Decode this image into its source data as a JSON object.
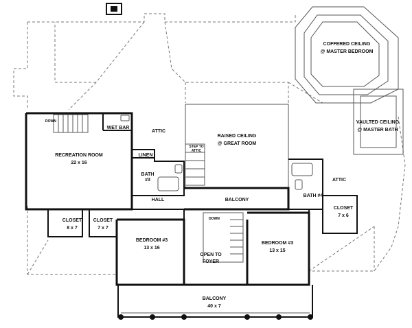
{
  "rooms": {
    "coffered": [
      "COFFERED CEILING",
      "@ MASTER BEDROOM"
    ],
    "vaulted": [
      "VAULTED CEILING",
      "@ MASTER BATH"
    ],
    "raised": [
      "RAISED CEILING",
      "@ GREAT ROOM"
    ],
    "recreation": [
      "RECREATION ROOM",
      "22 x 16"
    ],
    "wet_bar": "WET BAR",
    "attic_left": "ATTIC",
    "attic_right": "ATTIC",
    "step_to_attic": [
      "STEP TO",
      "ATTIC"
    ],
    "linen": "LINEN",
    "bath3": [
      "BATH",
      "#3"
    ],
    "hall": "HALL",
    "balcony_inner": "BALCONY",
    "bath4": "BATH #4",
    "closet_right": [
      "CLOSET",
      "7 x 6"
    ],
    "closet_a": [
      "CLOSET",
      "8 x 7"
    ],
    "closet_b": [
      "CLOSET",
      "7 x 7"
    ],
    "bedroom_left": [
      "BEDROOM #3",
      "13 x 16"
    ],
    "open_to_foyer": [
      "OPEN TO",
      "FOYER"
    ],
    "bedroom_right": [
      "BEDROOM #3",
      "13 x 15"
    ],
    "balcony_bottom": [
      "BALCONY",
      "40 x 7"
    ],
    "down_top": "DOWN",
    "down_center": "DOWN"
  }
}
